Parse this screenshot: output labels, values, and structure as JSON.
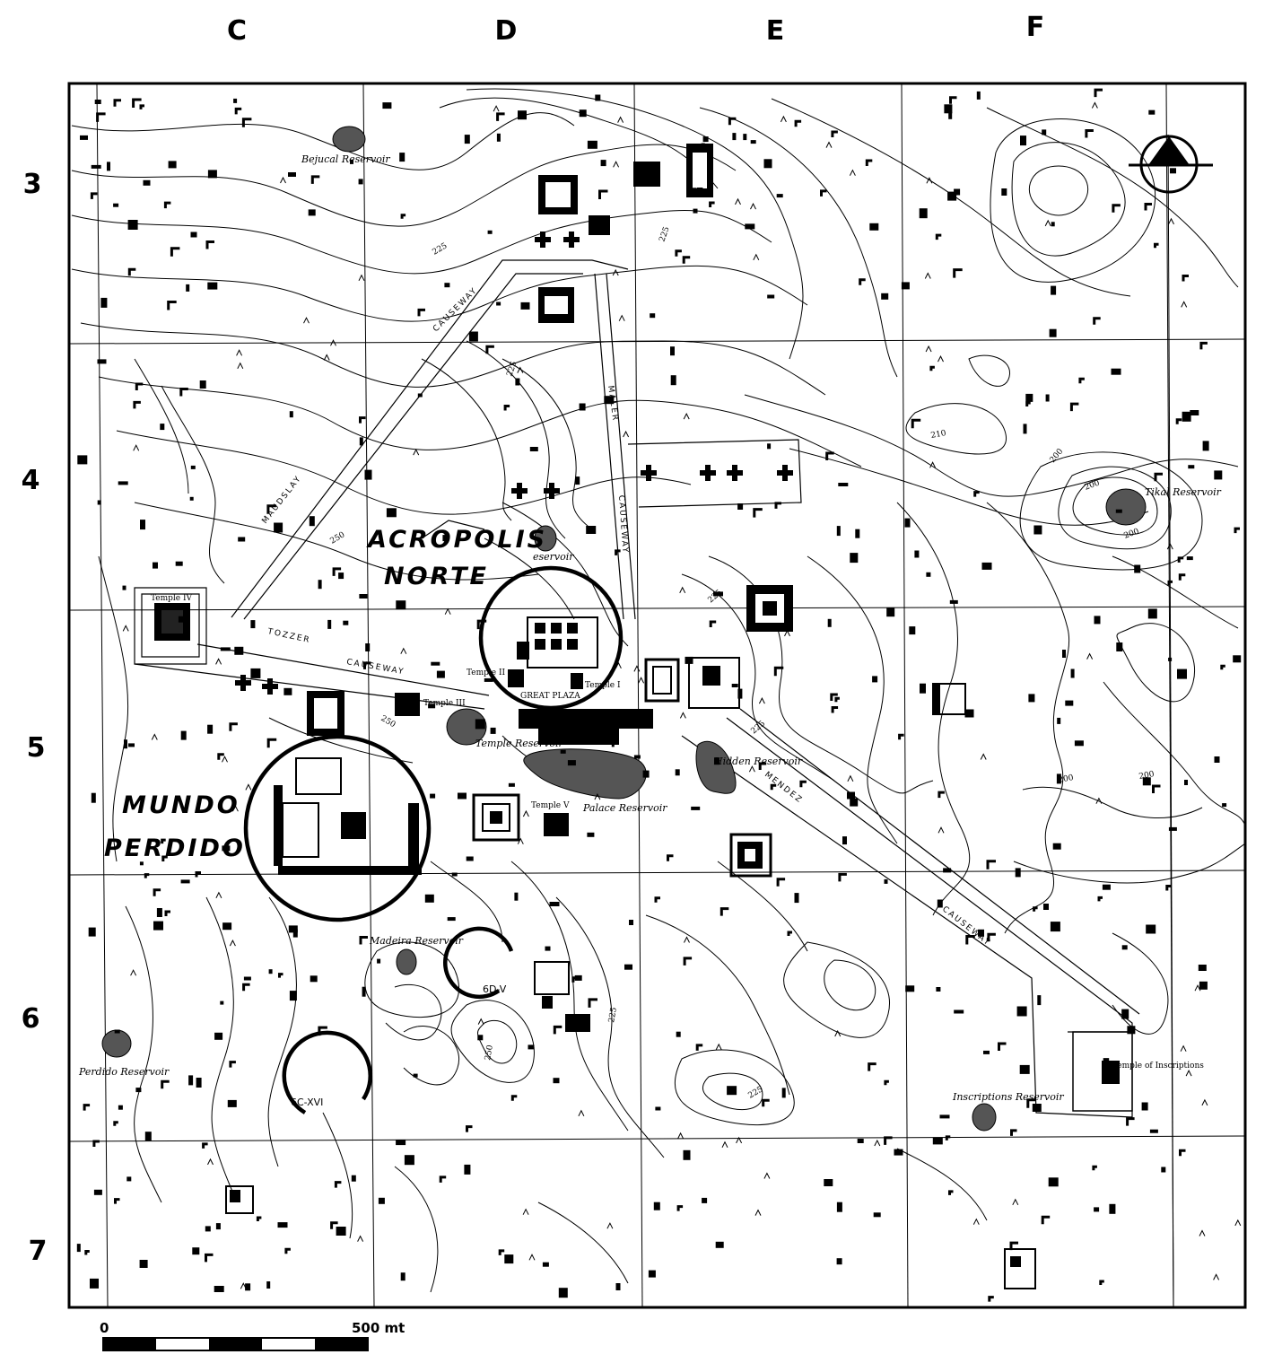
{
  "grid": {
    "columns": [
      "C",
      "D",
      "E",
      "F"
    ],
    "rows": [
      "3",
      "4",
      "5",
      "6",
      "7"
    ]
  },
  "labels": {
    "acropolis_line1": "ACROPOLIS",
    "acropolis_line2": "NORTE",
    "mundo_line1": "MUNDO",
    "mundo_line2": "PERDIDO",
    "bejucal": "Bejucal Reservoir",
    "temple_iv": "Temple IV",
    "tozzer": "TOZZER",
    "causeway_tozzer": "CAUSEWAY",
    "maudslay": "MAUDSLAY",
    "causeway_maudslay": "CAUSEWAY",
    "maler": "MALER",
    "causeway_maler": "CAUSEWAY",
    "mendez": "MENDEZ",
    "causeway_mendez": "CAUSEWAY",
    "reservoir_north": "eservoir",
    "temple_ii": "Temple II",
    "temple_i": "Temple I",
    "great_plaza": "GREAT PLAZA",
    "temple_iii": "Temple III",
    "temple_reservoir": "Temple Reservoir",
    "palace_reservoir": "Palace Reservoir",
    "hidden_reservoir": "Hidden Reservoir",
    "temple_v": "Temple V",
    "tikal_reservoir": "Tikal Reservoir",
    "madeira_reservoir": "Madeira Reservoir",
    "perdido_reservoir": "Perdido Reservoir",
    "inscriptions_reservoir": "Inscriptions Reservoir",
    "temple_inscriptions": "Temple of Inscriptions",
    "group_6d_v": "6D-V",
    "group_6c_xvi": "6C-XVI",
    "contour_225": "225",
    "contour_250": "250",
    "contour_210": "210",
    "contour_200": "200"
  },
  "scale": {
    "start": "0",
    "end": "500 mt"
  },
  "colors": {
    "ink": "#000000",
    "paper": "#ffffff",
    "reservoir_fill": "#555555"
  },
  "icons": {
    "north_arrow": "north-arrow-icon"
  }
}
